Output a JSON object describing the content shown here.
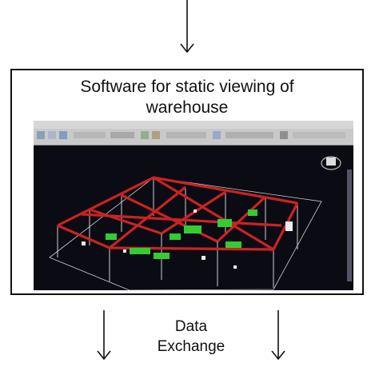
{
  "box": {
    "title_line1": "Software for static viewing of",
    "title_line2": "warehouse"
  },
  "bottom": {
    "label_line1": "Data",
    "label_line2": "Exchange"
  },
  "colors": {
    "line": "#111111",
    "screen_background": "#0b0b14",
    "structure_red": "#cc2222",
    "racks_green": "#33cc33",
    "toolbar_gray": "#c9c9c9"
  },
  "icons": [
    "arrow-down-icon",
    "view-cube-icon"
  ]
}
